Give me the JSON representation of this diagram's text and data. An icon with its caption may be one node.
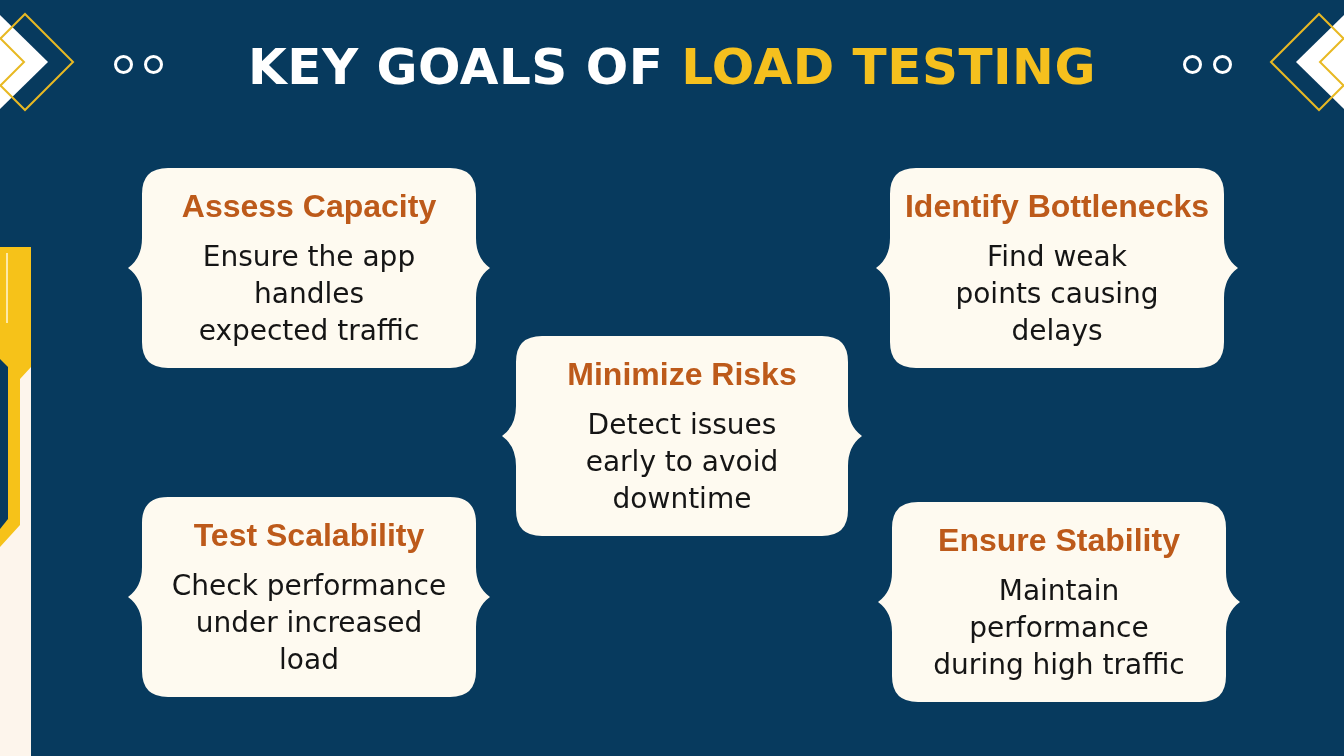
{
  "diagram": {
    "title": "KEY GOALS OF **LOAD TESTING**",
    "nodes": [
      {
        "text": [
          "Assess Capacity",
          "Ensure the app handles expected traffic"
        ]
      },
      {
        "text": [
          "Identify Bottlenecks",
          "Find weak points causing delays"
        ]
      },
      {
        "text": [
          "Minimize Risks",
          "Detect issues early to avoid downtime"
        ]
      },
      {
        "text": [
          "Test Scalability",
          "Check performance under increased load"
        ]
      },
      {
        "text": [
          "Ensure Stability",
          "Maintain performance during high traffic"
        ]
      }
    ]
  }
}
